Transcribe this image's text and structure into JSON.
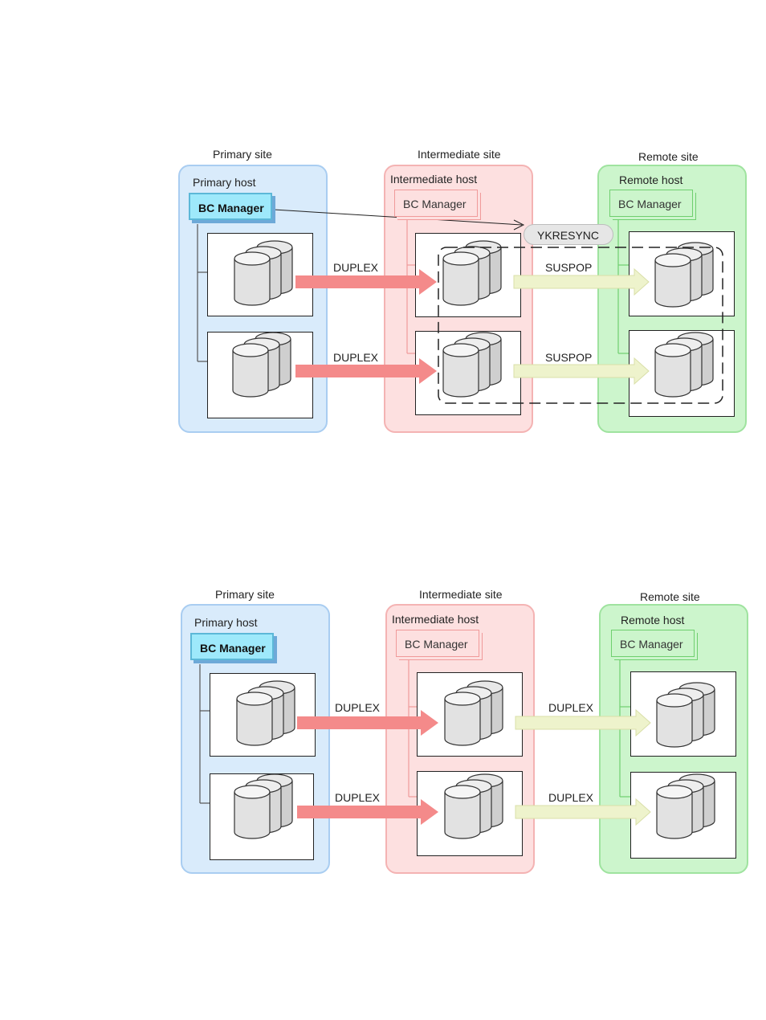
{
  "diagrams": [
    {
      "sites": {
        "primary": {
          "label": "Primary site",
          "host": "Primary host",
          "manager": "BC Manager"
        },
        "intermediate": {
          "label": "Intermediate site",
          "host": "Intermediate host",
          "manager": "BC Manager"
        },
        "remote": {
          "label": "Remote site",
          "host": "Remote host",
          "manager": "BC Manager"
        }
      },
      "pairs": [
        {
          "link1": "DUPLEX",
          "link2": "SUSPOP"
        },
        {
          "link1": "DUPLEX",
          "link2": "SUSPOP"
        }
      ],
      "command": "YKRESYNC"
    },
    {
      "sites": {
        "primary": {
          "label": "Primary site",
          "host": "Primary host",
          "manager": "BC Manager"
        },
        "intermediate": {
          "label": "Intermediate site",
          "host": "Intermediate host",
          "manager": "BC Manager"
        },
        "remote": {
          "label": "Remote site",
          "host": "Remote host",
          "manager": "BC Manager"
        }
      },
      "pairs": [
        {
          "link1": "DUPLEX",
          "link2": "DUPLEX"
        },
        {
          "link1": "DUPLEX",
          "link2": "DUPLEX"
        }
      ]
    }
  ],
  "colors": {
    "primary_bg": "#d9ebfb",
    "intermediate_bg": "#fde0e0",
    "remote_bg": "#ccf5cc",
    "sync_arrow": "#f48a8a",
    "async_arrow": "#eef3cc",
    "active_manager": "#9ee9fb"
  }
}
